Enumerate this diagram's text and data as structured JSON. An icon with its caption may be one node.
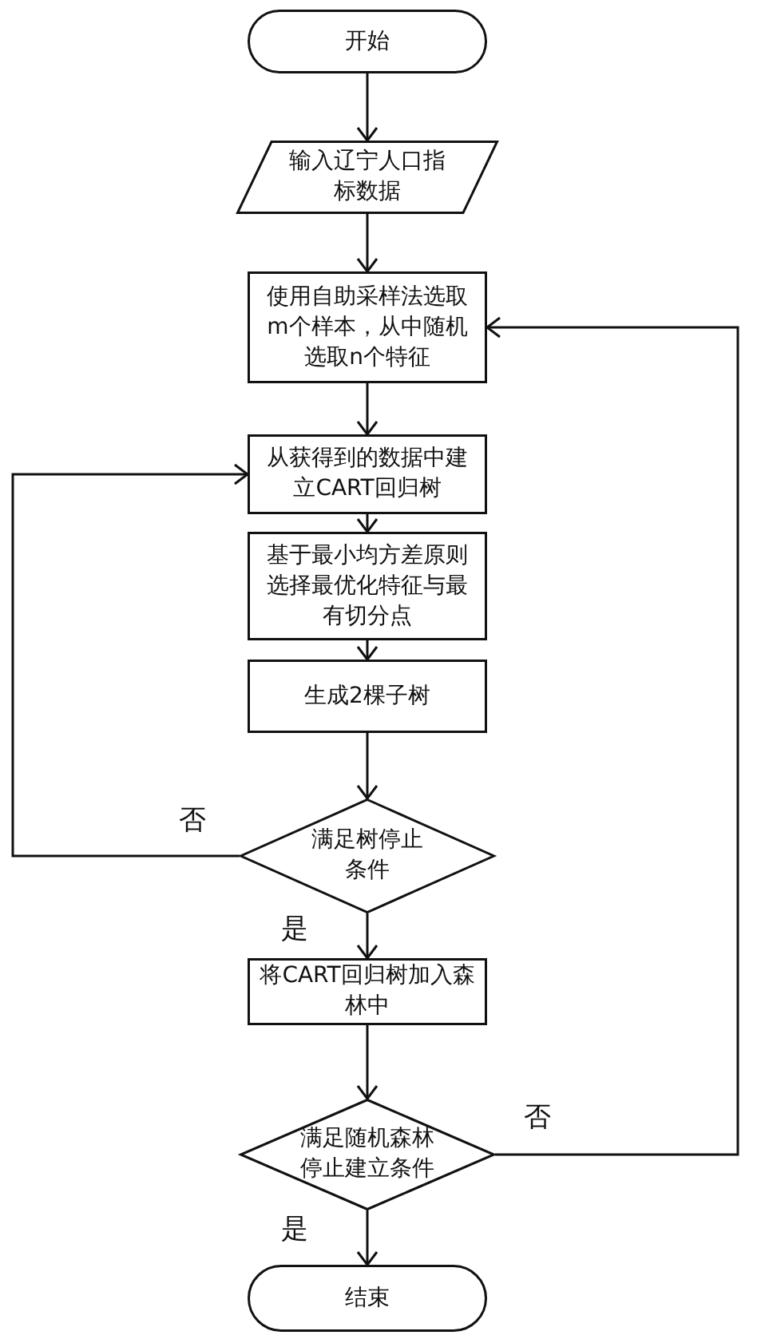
{
  "diagram": {
    "nodes": [
      {
        "text": [
          "开始"
        ]
      },
      {
        "text": [
          "输入辽宁人口指标数据"
        ]
      },
      {
        "text": [
          "使用自助采样法选取m个样本，从中随机选取n个特征"
        ]
      },
      {
        "text": [
          "从获得到的数据中建立CART回归树"
        ]
      },
      {
        "text": [
          "基于最小均方差原则选择最优化特征与最有切分点"
        ]
      },
      {
        "text": [
          "生成2棵子树"
        ]
      },
      {
        "text": [
          "满足树停止条件"
        ]
      },
      {
        "text": [
          "将CART回归树加入森林中"
        ]
      },
      {
        "text": [
          "满足随机森林停止建立条件"
        ]
      },
      {
        "text": [
          "结束"
        ]
      }
    ],
    "edges": [
      {
        "from": 0,
        "to": 1,
        "arrow": "to"
      },
      {
        "from": 1,
        "to": 2,
        "arrow": "to"
      },
      {
        "from": 2,
        "to": 3,
        "arrow": "to"
      },
      {
        "from": 3,
        "to": 4,
        "arrow": "to"
      },
      {
        "from": 4,
        "to": 5,
        "arrow": "to"
      },
      {
        "from": 5,
        "to": 6,
        "arrow": "to"
      },
      {
        "from": 6,
        "to": 3,
        "arrow": "to",
        "label": "否"
      },
      {
        "from": 6,
        "to": 7,
        "arrow": "to",
        "label": "是"
      },
      {
        "from": 7,
        "to": 8,
        "arrow": "to"
      },
      {
        "from": 8,
        "to": 2,
        "arrow": "to",
        "label": "否"
      },
      {
        "from": 8,
        "to": 9,
        "arrow": "to",
        "label": "是"
      }
    ]
  }
}
